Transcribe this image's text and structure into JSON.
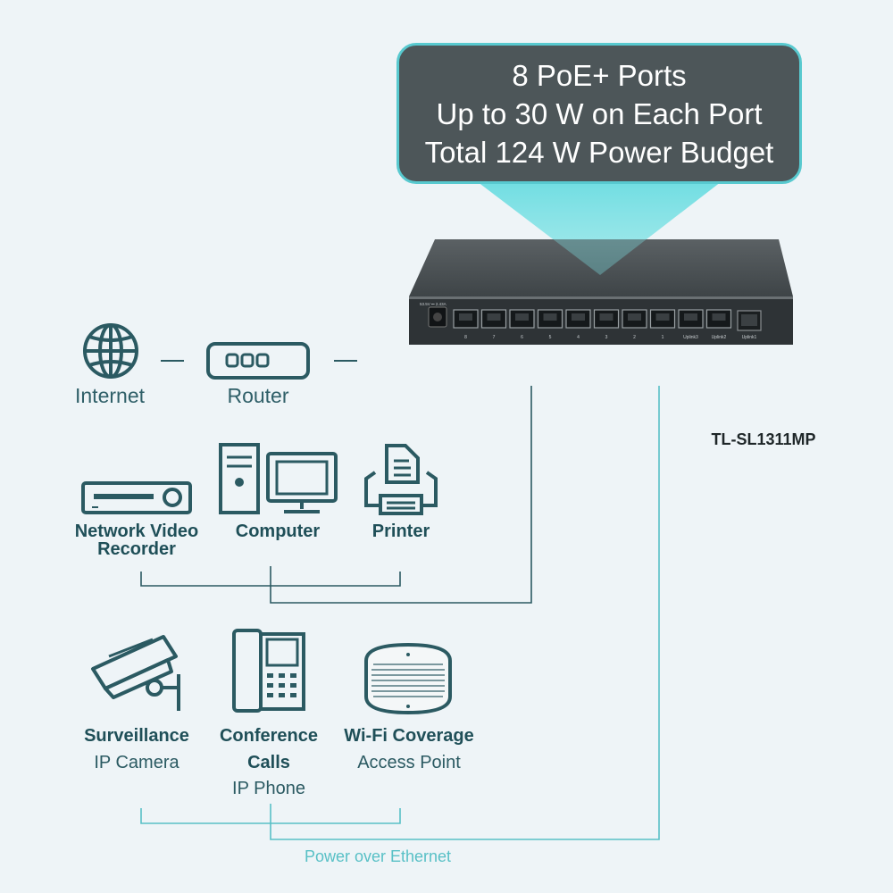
{
  "callout": {
    "lines": [
      "8 PoE+ Ports",
      "Up to 30 W on Each Port",
      "Total 124 W Power Budget"
    ]
  },
  "switch": {
    "model": "TL-SL1311MP",
    "power_label": "53.5V ⎓ 2.43A",
    "port_labels": [
      "8",
      "7",
      "6",
      "5",
      "4",
      "3",
      "2",
      "1",
      "Uplink3",
      "Uplink2",
      "Uplink1"
    ]
  },
  "top_row": {
    "internet": "Internet",
    "router": "Router"
  },
  "standard_devices": {
    "nvr_line1": "Network Video",
    "nvr_line2": "Recorder",
    "computer": "Computer",
    "printer": "Printer"
  },
  "poe_devices": {
    "camera_title": "Surveillance",
    "camera_sub": "IP Camera",
    "phone_title_1": "Conference",
    "phone_title_2": "Calls",
    "phone_sub": "IP Phone",
    "ap_title": "Wi-Fi Coverage",
    "ap_sub": "Access Point"
  },
  "poe_caption": "Power over Ethernet",
  "colors": {
    "background": "#eef4f7",
    "line": "#2b5a62",
    "accent": "#58c9cf",
    "callout_bg": "#4d5659",
    "switch_body": "#3c4144"
  },
  "icons": [
    "globe-icon",
    "router-icon",
    "nvr-icon",
    "desktop-computer-icon",
    "printer-icon",
    "cctv-camera-icon",
    "ip-phone-icon",
    "access-point-icon",
    "network-switch-icon"
  ]
}
